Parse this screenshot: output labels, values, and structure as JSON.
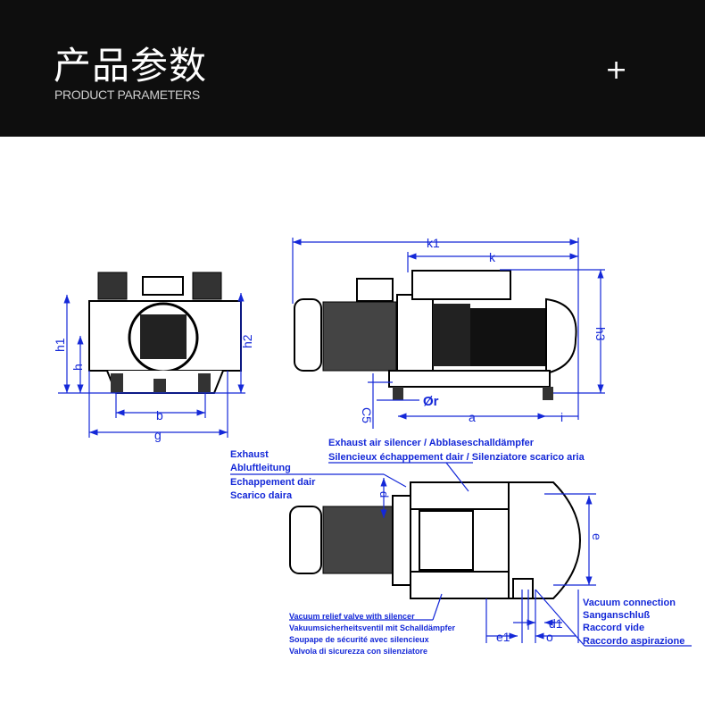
{
  "header": {
    "title": "产品参数",
    "subtitle": "PRODUCT PARAMETERS",
    "expand_icon": "plus-icon",
    "expand_label": "+"
  },
  "drawing": {
    "line_color": "#1428d8",
    "front_view_dims": {
      "h1": "h1",
      "h": "h",
      "h2": "h2",
      "b": "b",
      "g": "g"
    },
    "side_view_dims": {
      "k1": "k1",
      "k": "k",
      "h3": "h3",
      "c5": "C5",
      "r": "Ør",
      "a": "a",
      "i": "i"
    },
    "top_view_dims": {
      "d": "d",
      "e": "e",
      "d1": "d1",
      "e1": "e1",
      "o": "o"
    },
    "exhaust_silencer": [
      "Exhaust air silencer / Abblaseschalldämpfer",
      "Silencieux échappement dair / Silenziatore scarico aria"
    ],
    "exhaust": [
      "Exhaust",
      "Abluftleitung",
      "Echappement dair",
      "Scarico daira"
    ],
    "relief_valve": [
      "Vacuum relief valve with silencer",
      "Vakuumsicherheitsventil mit Schalldämpfer",
      "Soupape de sécurité avec silencieux",
      "Valvola di sicurezza con silenziatore"
    ],
    "vacuum_connection": [
      "Vacuum connection",
      "Sanganschluß",
      "Raccord vide",
      "Raccordo aspirazione"
    ]
  }
}
